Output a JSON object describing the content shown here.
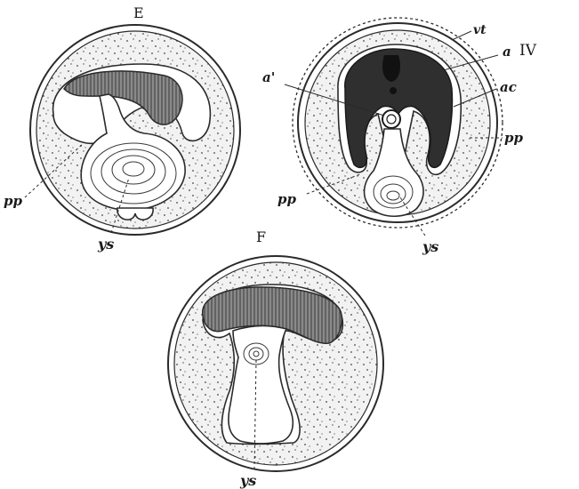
{
  "figure": {
    "panels": [
      {
        "id": "E",
        "label": "E",
        "annotations": [
          "pp",
          "ys"
        ]
      },
      {
        "id": "IV",
        "label": "IV",
        "annotations": [
          "vt",
          "a",
          "a'",
          "ac",
          "pp",
          "pp",
          "ys"
        ]
      },
      {
        "id": "F",
        "label": "F",
        "annotations": [
          "ys"
        ]
      }
    ]
  },
  "labels": {
    "E": "E",
    "F": "F",
    "IV": "IV",
    "vt": "vt",
    "a": "a",
    "a_prime": "a'",
    "ac": "ac",
    "pp": "pp",
    "ys": "ys"
  }
}
